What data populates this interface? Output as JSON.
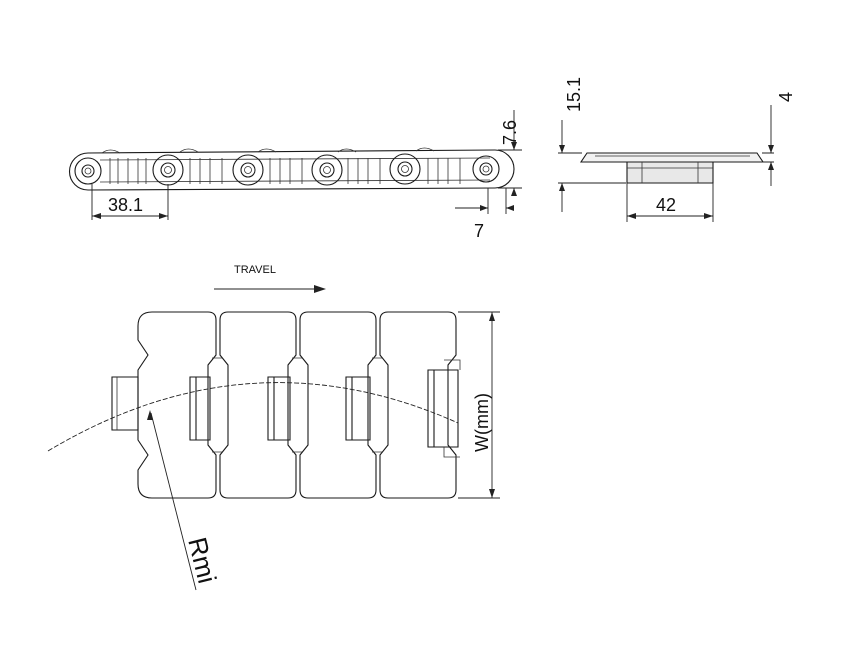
{
  "side_view": {
    "pitch_label": "38.1",
    "height_label": "7.6",
    "end_label": "7"
  },
  "end_view": {
    "total_height_label": "15.1",
    "plate_thickness_label": "4",
    "hub_width_label": "42"
  },
  "top_view": {
    "travel_label": "TRAVEL",
    "width_label": "W(mm)",
    "radius_label": "Rmi"
  }
}
